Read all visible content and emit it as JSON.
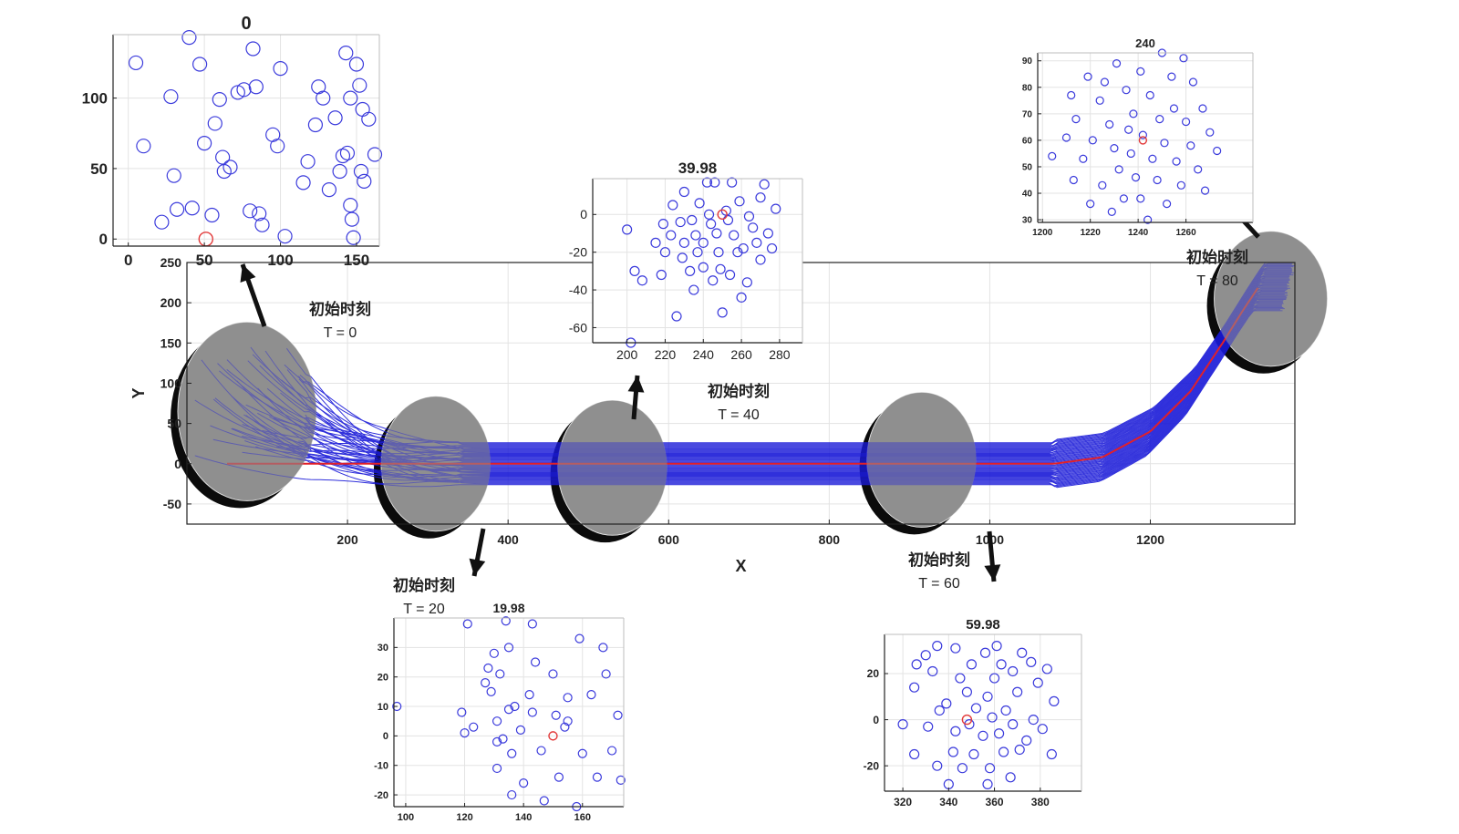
{
  "colors": {
    "agent": "#3b3bdc",
    "leader": "#e23a3a",
    "trajectory": "#1a1ad8",
    "reference": "#e0202a",
    "grid": "#e3e3e3",
    "axis": "#222222",
    "highlight": "#8f8f8f",
    "arrow": "#111111"
  },
  "chart_data": [
    {
      "id": "main",
      "type": "line",
      "title": "",
      "xlabel": "X",
      "ylabel": "Y",
      "xlim": [
        0,
        1380
      ],
      "ylim": [
        -75,
        250
      ],
      "xticks": [
        200,
        400,
        600,
        800,
        1000,
        1200
      ],
      "yticks": [
        -50,
        0,
        50,
        100,
        150,
        200,
        250
      ],
      "reference_path": {
        "x": [
          50,
          200,
          400,
          600,
          800,
          1000,
          1080,
          1140,
          1200,
          1250,
          1290,
          1315,
          1335
        ],
        "y": [
          0,
          0,
          0,
          0,
          0,
          0,
          0,
          8,
          40,
          90,
          150,
          190,
          220
        ]
      },
      "highlight_regions": [
        {
          "time": 0,
          "x": 75,
          "y": 65
        },
        {
          "time": 19.98,
          "x": 310,
          "y": 0
        },
        {
          "time": 39.98,
          "x": 530,
          "y": -5
        },
        {
          "time": 59.98,
          "x": 915,
          "y": 5
        },
        {
          "time": 80,
          "x": 1350,
          "y": 205
        }
      ],
      "annotations": [
        {
          "label": "初始时刻",
          "time_label": "T = 0"
        },
        {
          "label": "初始时刻",
          "time_label": "T = 20"
        },
        {
          "label": "初始时刻",
          "time_label": "T = 40"
        },
        {
          "label": "初始时刻",
          "time_label": "T = 60"
        },
        {
          "label": "初始时刻",
          "time_label": "T = 80"
        }
      ]
    },
    {
      "id": "inset-t0",
      "type": "scatter",
      "title": "0",
      "xlim": [
        -10,
        165
      ],
      "ylim": [
        -5,
        145
      ],
      "xticks": [
        0,
        50,
        100,
        150
      ],
      "yticks": [
        0,
        50,
        100
      ],
      "leader": [
        51,
        0
      ],
      "points": [
        [
          40,
          143
        ],
        [
          5,
          125
        ],
        [
          10,
          66
        ],
        [
          22,
          12
        ],
        [
          28,
          101
        ],
        [
          30,
          45
        ],
        [
          32,
          21
        ],
        [
          42,
          22
        ],
        [
          47,
          124
        ],
        [
          50,
          68
        ],
        [
          55,
          17
        ],
        [
          57,
          82
        ],
        [
          60,
          99
        ],
        [
          62,
          58
        ],
        [
          63,
          48
        ],
        [
          67,
          51
        ],
        [
          72,
          104
        ],
        [
          76,
          106
        ],
        [
          80,
          20
        ],
        [
          82,
          135
        ],
        [
          84,
          108
        ],
        [
          86,
          18
        ],
        [
          88,
          10
        ],
        [
          95,
          74
        ],
        [
          98,
          66
        ],
        [
          100,
          121
        ],
        [
          103,
          2
        ],
        [
          115,
          40
        ],
        [
          118,
          55
        ],
        [
          123,
          81
        ],
        [
          125,
          108
        ],
        [
          128,
          100
        ],
        [
          132,
          35
        ],
        [
          136,
          86
        ],
        [
          139,
          48
        ],
        [
          141,
          59
        ],
        [
          143,
          132
        ],
        [
          144,
          61
        ],
        [
          146,
          24
        ],
        [
          146,
          100
        ],
        [
          147,
          14
        ],
        [
          148,
          1
        ],
        [
          150,
          124
        ],
        [
          152,
          109
        ],
        [
          153,
          48
        ],
        [
          154,
          92
        ],
        [
          155,
          41
        ],
        [
          158,
          85
        ],
        [
          162,
          60
        ]
      ]
    },
    {
      "id": "inset-t20",
      "type": "scatter",
      "title": "19.98",
      "xlim": [
        96,
        174
      ],
      "ylim": [
        -24,
        40
      ],
      "xticks": [
        100,
        120,
        140,
        160
      ],
      "yticks": [
        -20,
        -10,
        0,
        10,
        20,
        30
      ],
      "leader": [
        150,
        0
      ],
      "points": [
        [
          97,
          10
        ],
        [
          119,
          8
        ],
        [
          120,
          1
        ],
        [
          121,
          38
        ],
        [
          123,
          3
        ],
        [
          127,
          18
        ],
        [
          128,
          23
        ],
        [
          129,
          15
        ],
        [
          130,
          28
        ],
        [
          131,
          5
        ],
        [
          131,
          -2
        ],
        [
          131,
          -11
        ],
        [
          132,
          21
        ],
        [
          133,
          -1
        ],
        [
          134,
          39
        ],
        [
          135,
          30
        ],
        [
          135,
          9
        ],
        [
          136,
          -20
        ],
        [
          136,
          -6
        ],
        [
          137,
          10
        ],
        [
          139,
          2
        ],
        [
          140,
          -16
        ],
        [
          142,
          14
        ],
        [
          143,
          8
        ],
        [
          143,
          38
        ],
        [
          144,
          25
        ],
        [
          146,
          -5
        ],
        [
          147,
          -22
        ],
        [
          150,
          21
        ],
        [
          151,
          7
        ],
        [
          152,
          -14
        ],
        [
          154,
          3
        ],
        [
          155,
          5
        ],
        [
          155,
          13
        ],
        [
          158,
          -24
        ],
        [
          159,
          33
        ],
        [
          160,
          -6
        ],
        [
          163,
          14
        ],
        [
          165,
          -14
        ],
        [
          167,
          30
        ],
        [
          168,
          21
        ],
        [
          170,
          -5
        ],
        [
          172,
          7
        ],
        [
          173,
          -15
        ]
      ]
    },
    {
      "id": "inset-t40",
      "type": "scatter",
      "title": "39.98",
      "xlim": [
        182,
        292
      ],
      "ylim": [
        -68,
        19
      ],
      "xticks": [
        200,
        220,
        240,
        260,
        280
      ],
      "yticks": [
        -60,
        -40,
        -20,
        0
      ],
      "leader": [
        250,
        0
      ],
      "points": [
        [
          200,
          -8
        ],
        [
          202,
          -68
        ],
        [
          204,
          -30
        ],
        [
          208,
          -35
        ],
        [
          215,
          -15
        ],
        [
          218,
          -32
        ],
        [
          219,
          -5
        ],
        [
          220,
          -20
        ],
        [
          223,
          -11
        ],
        [
          224,
          5
        ],
        [
          226,
          -54
        ],
        [
          228,
          -4
        ],
        [
          229,
          -23
        ],
        [
          230,
          -15
        ],
        [
          230,
          12
        ],
        [
          233,
          -30
        ],
        [
          234,
          -3
        ],
        [
          235,
          -40
        ],
        [
          236,
          -11
        ],
        [
          237,
          -20
        ],
        [
          238,
          6
        ],
        [
          240,
          -15
        ],
        [
          240,
          -28
        ],
        [
          242,
          17
        ],
        [
          243,
          0
        ],
        [
          244,
          -5
        ],
        [
          245,
          -35
        ],
        [
          246,
          17
        ],
        [
          247,
          -10
        ],
        [
          248,
          -20
        ],
        [
          249,
          -29
        ],
        [
          250,
          -52
        ],
        [
          252,
          2
        ],
        [
          253,
          -3
        ],
        [
          254,
          -32
        ],
        [
          255,
          17
        ],
        [
          256,
          -11
        ],
        [
          258,
          -20
        ],
        [
          259,
          7
        ],
        [
          260,
          -44
        ],
        [
          261,
          -18
        ],
        [
          263,
          -36
        ],
        [
          264,
          -1
        ],
        [
          266,
          -7
        ],
        [
          268,
          -15
        ],
        [
          270,
          9
        ],
        [
          270,
          -24
        ],
        [
          272,
          16
        ],
        [
          274,
          -10
        ],
        [
          276,
          -18
        ],
        [
          278,
          3
        ]
      ]
    },
    {
      "id": "inset-t60",
      "type": "scatter",
      "title": "59.98",
      "xlim": [
        312,
        398
      ],
      "ylim": [
        -31,
        37
      ],
      "xticks": [
        320,
        340,
        360,
        380
      ],
      "yticks": [
        -20,
        0,
        20
      ],
      "leader": [
        348,
        0
      ],
      "points": [
        [
          320,
          -2
        ],
        [
          325,
          -15
        ],
        [
          325,
          14
        ],
        [
          326,
          24
        ],
        [
          330,
          28
        ],
        [
          331,
          -3
        ],
        [
          333,
          21
        ],
        [
          335,
          32
        ],
        [
          335,
          -20
        ],
        [
          336,
          4
        ],
        [
          339,
          7
        ],
        [
          340,
          -28
        ],
        [
          342,
          -14
        ],
        [
          343,
          31
        ],
        [
          343,
          -5
        ],
        [
          345,
          18
        ],
        [
          346,
          -21
        ],
        [
          348,
          12
        ],
        [
          349,
          -2
        ],
        [
          350,
          24
        ],
        [
          351,
          -15
        ],
        [
          352,
          5
        ],
        [
          355,
          -7
        ],
        [
          356,
          29
        ],
        [
          357,
          10
        ],
        [
          357,
          -28
        ],
        [
          358,
          -21
        ],
        [
          359,
          1
        ],
        [
          360,
          18
        ],
        [
          361,
          32
        ],
        [
          362,
          -6
        ],
        [
          363,
          24
        ],
        [
          364,
          -14
        ],
        [
          365,
          4
        ],
        [
          367,
          -25
        ],
        [
          368,
          21
        ],
        [
          368,
          -2
        ],
        [
          370,
          12
        ],
        [
          371,
          -13
        ],
        [
          372,
          29
        ],
        [
          374,
          -9
        ],
        [
          376,
          25
        ],
        [
          377,
          0
        ],
        [
          379,
          16
        ],
        [
          381,
          -4
        ],
        [
          383,
          22
        ],
        [
          385,
          -15
        ],
        [
          386,
          8
        ]
      ]
    },
    {
      "id": "inset-t80",
      "type": "scatter",
      "title": "240",
      "xlim": [
        1198,
        1288
      ],
      "ylim": [
        29,
        93
      ],
      "xticks": [
        1200,
        1220,
        1240,
        1260
      ],
      "yticks": [
        30,
        40,
        50,
        60,
        70,
        80,
        90
      ],
      "leader": [
        1242,
        60
      ],
      "points": [
        [
          1204,
          54
        ],
        [
          1210,
          61
        ],
        [
          1212,
          77
        ],
        [
          1213,
          45
        ],
        [
          1214,
          68
        ],
        [
          1217,
          53
        ],
        [
          1219,
          84
        ],
        [
          1220,
          36
        ],
        [
          1221,
          60
        ],
        [
          1224,
          75
        ],
        [
          1225,
          43
        ],
        [
          1226,
          82
        ],
        [
          1228,
          66
        ],
        [
          1229,
          33
        ],
        [
          1230,
          57
        ],
        [
          1231,
          89
        ],
        [
          1232,
          49
        ],
        [
          1234,
          38
        ],
        [
          1235,
          79
        ],
        [
          1236,
          64
        ],
        [
          1237,
          55
        ],
        [
          1238,
          70
        ],
        [
          1239,
          46
        ],
        [
          1241,
          86
        ],
        [
          1241,
          38
        ],
        [
          1242,
          62
        ],
        [
          1244,
          30
        ],
        [
          1245,
          77
        ],
        [
          1246,
          53
        ],
        [
          1248,
          45
        ],
        [
          1249,
          68
        ],
        [
          1250,
          93
        ],
        [
          1251,
          59
        ],
        [
          1252,
          36
        ],
        [
          1254,
          84
        ],
        [
          1255,
          72
        ],
        [
          1256,
          52
        ],
        [
          1258,
          43
        ],
        [
          1259,
          91
        ],
        [
          1260,
          67
        ],
        [
          1262,
          58
        ],
        [
          1263,
          82
        ],
        [
          1265,
          49
        ],
        [
          1267,
          72
        ],
        [
          1268,
          41
        ],
        [
          1270,
          63
        ],
        [
          1273,
          56
        ]
      ]
    }
  ]
}
